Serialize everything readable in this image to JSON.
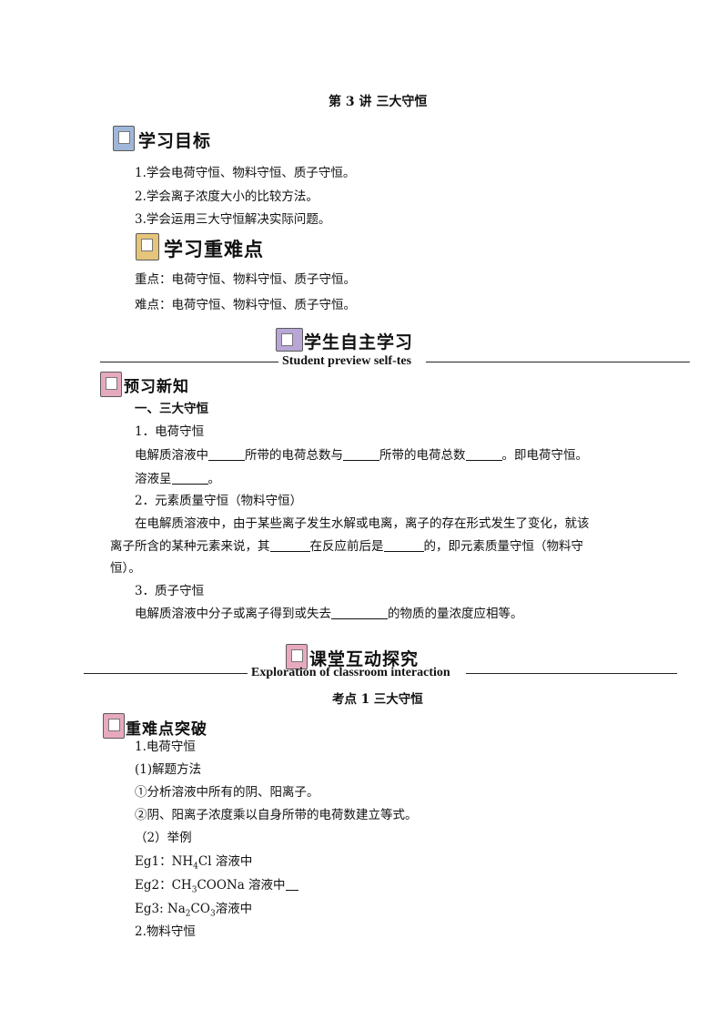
{
  "title": "第 3 讲  三大守恒",
  "section_goals": {
    "heading": "学习目标",
    "items": [
      "1.学会电荷守恒、物料守恒、质子守恒。",
      "2.学会离子浓度大小的比较方法。",
      "3.学会运用三大守恒解决实际问题。"
    ]
  },
  "section_keypoints": {
    "heading": "学习重难点",
    "key": "重点：电荷守恒、物料守恒、质子守恒。",
    "difficult": "难点：电荷守恒、物料守恒、质子守恒。"
  },
  "banner_self_study": {
    "title": "学生自主学习",
    "subtitle": "Student preview self-tes"
  },
  "preview": {
    "heading": "预习新知",
    "sub1": "一、三大守恒",
    "p1_title": "1．电荷守恒",
    "p1_a": "电解质溶液中",
    "p1_b": "所带的电荷总数与",
    "p1_c": "所带的电荷总数",
    "p1_d": "。即电荷守恒。",
    "p1_e": "溶液呈",
    "p1_f": "。",
    "p2_title": "2．元素质量守恒（物料守恒）",
    "p2_line1": "在电解质溶液中，由于某些离子发生水解或电离，离子的存在形式发生了变化，就该",
    "p2_line2_a": "离子所含的某种元素来说，其",
    "p2_line2_b": "在反应前后是",
    "p2_line2_c": "的，即元素质量守恒（物料守",
    "p2_line3": "恒）。",
    "p3_title": "3．质子守恒",
    "p3_a": "电解质溶液中分子或离子得到或失去",
    "p3_b": "的物质的量浓度应相等。"
  },
  "banner_class": {
    "title": "课堂互动探究",
    "subtitle": "Exploration of classroom interaction"
  },
  "topic_title": "考点 1 三大守恒",
  "breakthrough": {
    "heading": "重难点突破",
    "l1": "1.电荷守恒",
    "l2": "(1)解题方法",
    "l3": "①分析溶液中所有的阴、阳离子。",
    "l4": "②阴、阳离子浓度乘以自身所带的电荷数建立等式。",
    "l5": "（2）举例",
    "eg1_a": "Eg1：NH",
    "eg1_sub": "4",
    "eg1_b": "Cl  溶液中",
    "eg2_a": "Eg2：CH",
    "eg2_sub": "3",
    "eg2_b": "COONa 溶液中",
    "eg3_a": "Eg3:   Na",
    "eg3_sub1": "2",
    "eg3_b": "CO",
    "eg3_sub2": "3",
    "eg3_c": "溶液中",
    "l9": "2.物料守恒"
  },
  "colors": {
    "icon_pink": "#e7a9bd",
    "icon_blue": "#9fb7d9",
    "icon_purple": "#b8a6d6"
  }
}
